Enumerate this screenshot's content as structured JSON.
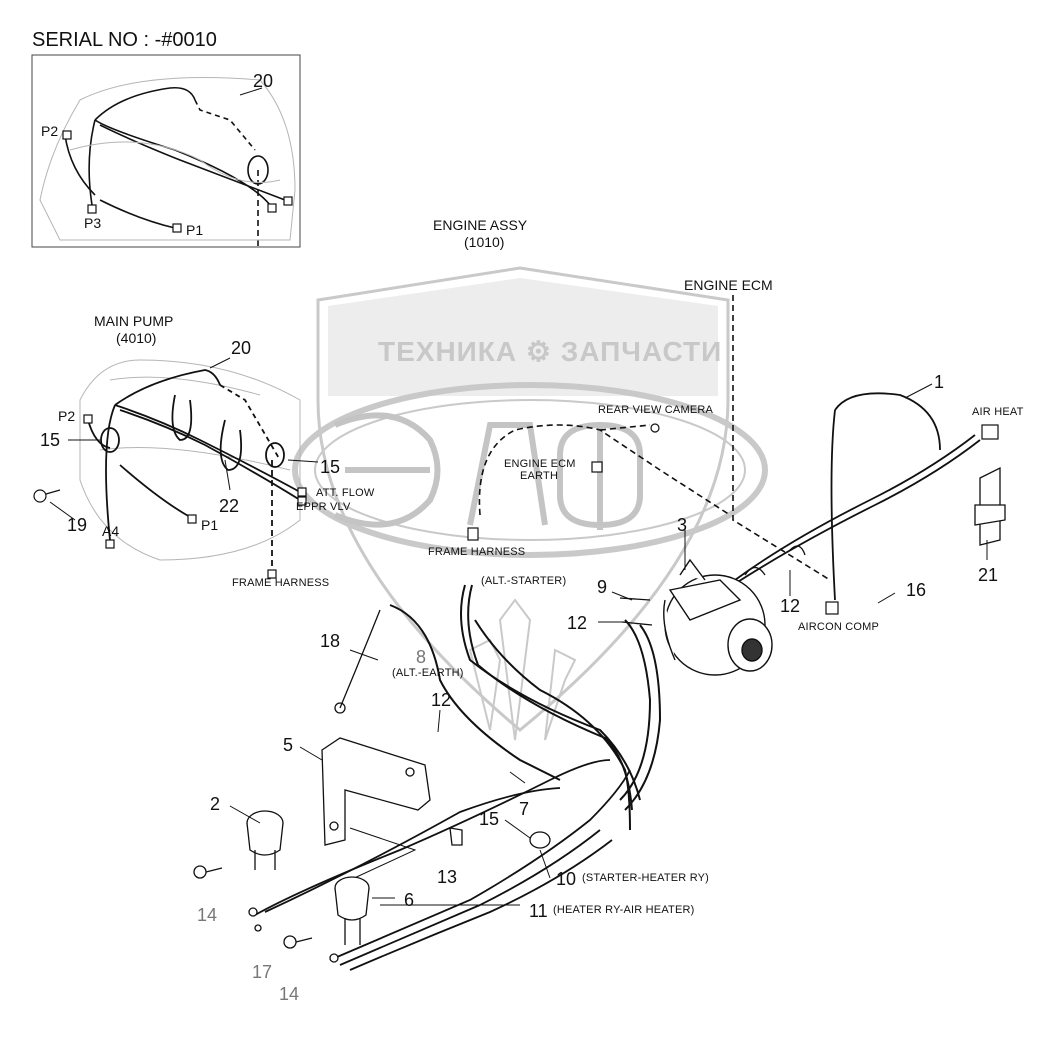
{
  "header": {
    "serial": "SERIAL NO : -#0010"
  },
  "watermark": {
    "line": "ТЕХНИКА ⚙ ЗАПЧАСТИ",
    "logo": "ЭЛФ",
    "logo_color": "#bfbfbf"
  },
  "labels": {
    "engine_assy": "ENGINE ASSY",
    "engine_assy_code": "(1010)",
    "engine_ecm": "ENGINE ECM",
    "main_pump": "MAIN PUMP",
    "main_pump_code": "(4010)",
    "rear_view_camera": "REAR VIEW CAMERA",
    "engine_ecm_earth_1": "ENGINE ECM",
    "engine_ecm_earth_2": "EARTH",
    "frame_harness_1": "FRAME HARNESS",
    "frame_harness_2": "FRAME HARNESS",
    "att_flow": "ATT. FLOW",
    "eppr_vlv": "EPPR VLV",
    "alt_starter": "(ALT.-STARTER)",
    "alt_earth": "(ALT.-EARTH)",
    "air_heat": "AIR HEAT",
    "aircon_comp": "AIRCON COMP",
    "starter_heater_ry": "(STARTER-HEATER RY)",
    "heater_ry_air_heater": "(HEATER RY-AIR HEATER)",
    "inset_p1": "P1",
    "inset_p2": "P2",
    "inset_p3": "P3",
    "main_p1": "P1",
    "main_p2": "P2",
    "main_a4": "A4"
  },
  "callouts": {
    "c1": "1",
    "c2": "2",
    "c3": "3",
    "c5": "5",
    "c6": "6",
    "c7": "7",
    "c8": "8",
    "c9": "9",
    "c10": "10",
    "c11": "11",
    "c12a": "12",
    "c12b": "12",
    "c12c": "12",
    "c13": "13",
    "c14a": "14",
    "c14b": "14",
    "c15a": "15",
    "c15b": "15",
    "c15c": "15",
    "c16": "16",
    "c17": "17",
    "c18": "18",
    "c19": "19",
    "c20a": "20",
    "c20b": "20",
    "c21": "21",
    "c22": "22"
  }
}
